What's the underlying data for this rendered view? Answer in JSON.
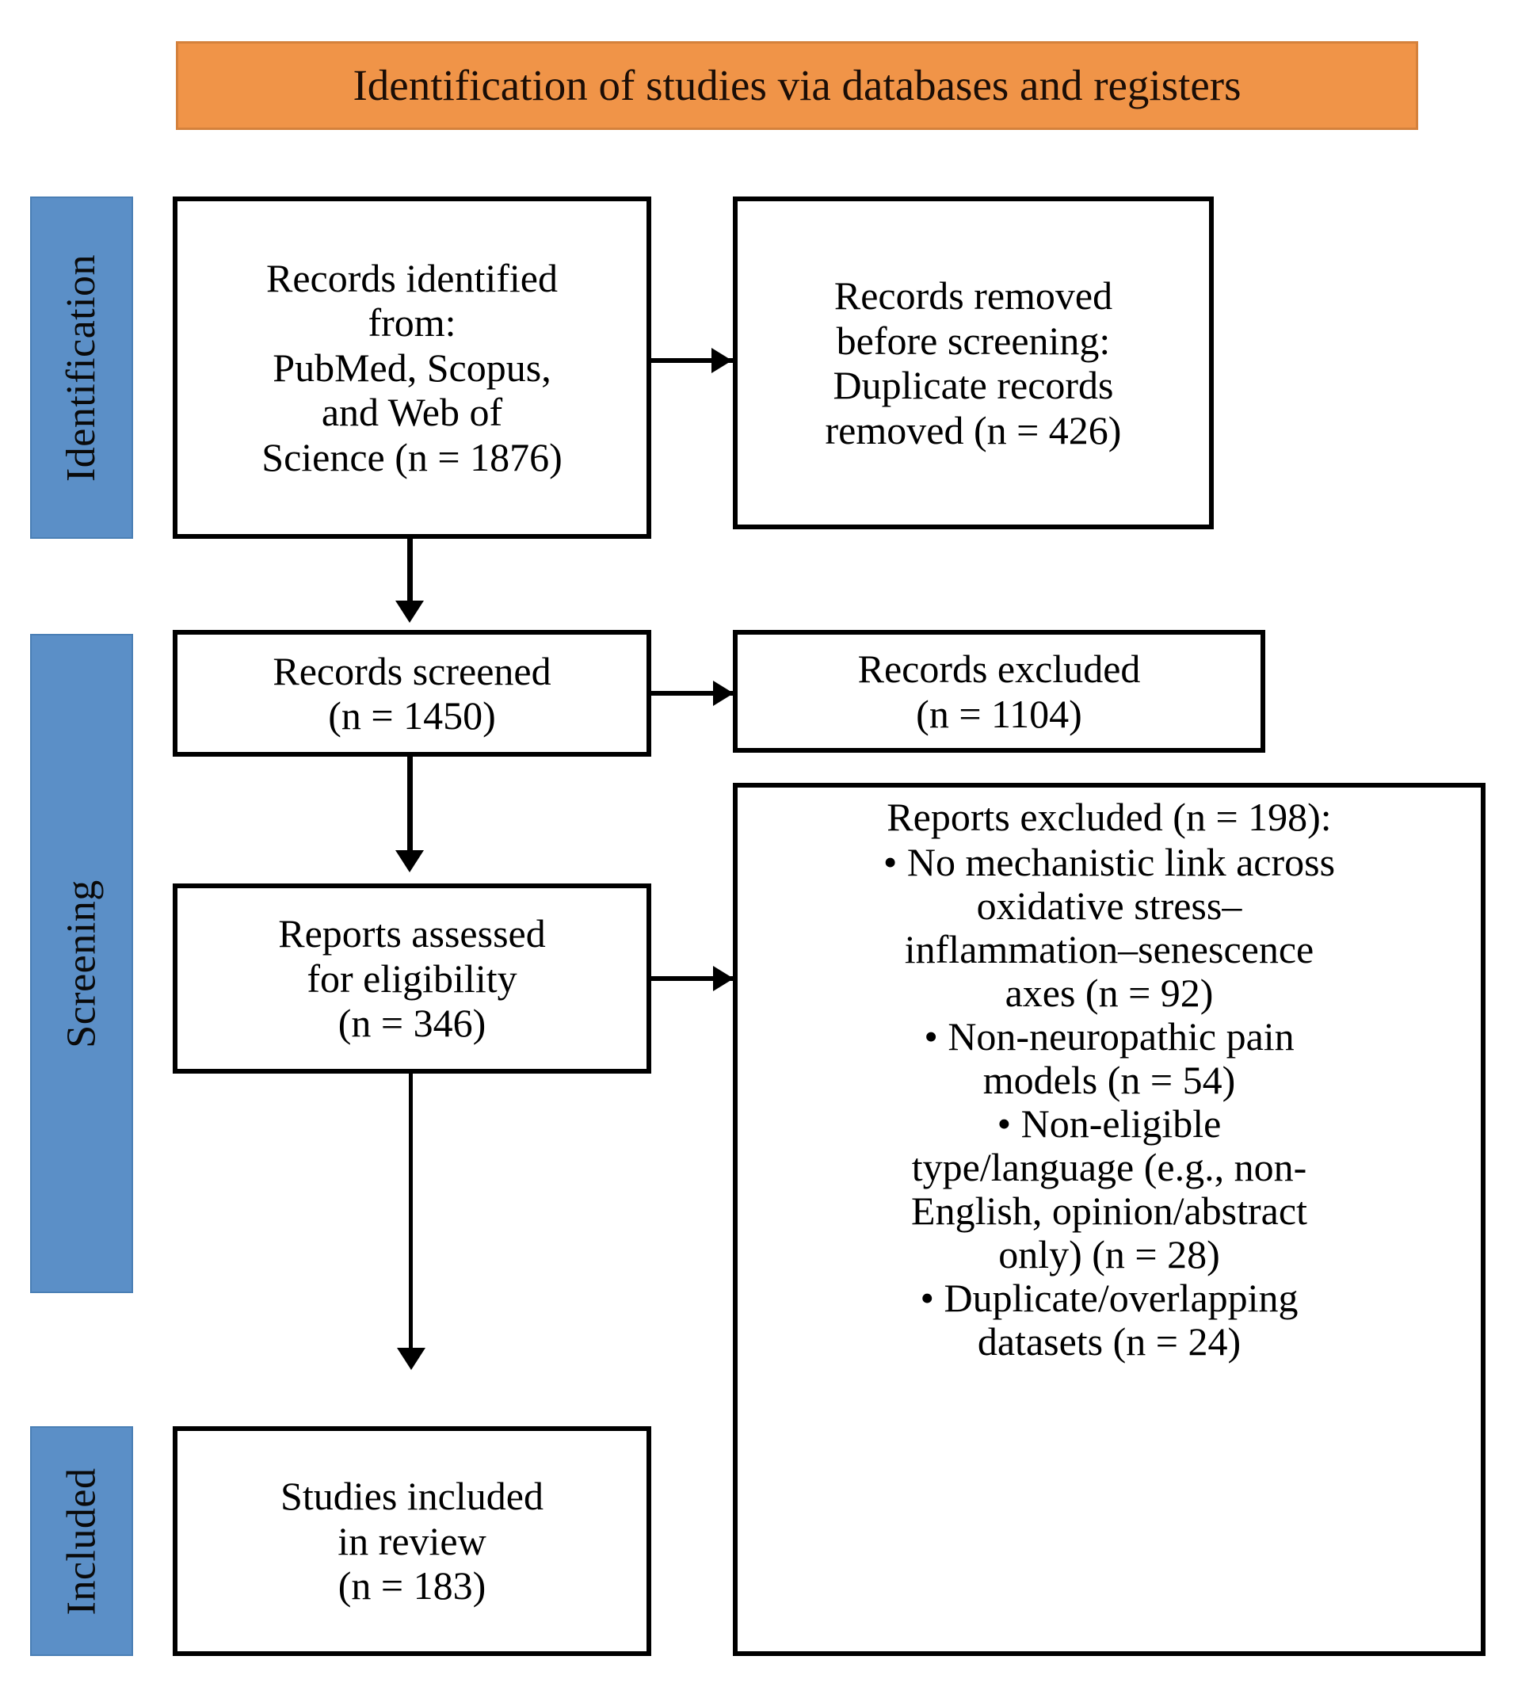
{
  "banner": {
    "title": "Identification of studies via databases and registers",
    "bg_color": "#F09448"
  },
  "rails": {
    "bg_color": "#5B8FC7",
    "items": [
      {
        "label": "Identification"
      },
      {
        "label": "Screening"
      },
      {
        "label": "Included"
      }
    ]
  },
  "boxes": {
    "identified": {
      "lines": [
        "Records identified",
        "from:",
        "PubMed, Scopus,",
        "and Web of",
        "Science (n = 1876)"
      ]
    },
    "removed": {
      "lines": [
        "Records removed",
        "before screening:",
        "Duplicate records",
        "removed  (n = 426)"
      ]
    },
    "screened": {
      "lines": [
        "Records screened",
        "(n = 1450)"
      ]
    },
    "records_excluded": {
      "lines": [
        "Records excluded",
        "(n = 1104)"
      ]
    },
    "assessed": {
      "lines": [
        "Reports assessed",
        "for eligibility",
        "(n = 346)"
      ]
    },
    "reports_excluded": {
      "lines": [
        "Reports excluded (n = 198):",
        "• No mechanistic link across",
        "oxidative stress–",
        "inflammation–senescence",
        "axes (n = 92)",
        "• Non-neuropathic pain",
        "models  (n = 54)",
        "• Non-eligible",
        "type/language (e.g., non-",
        "English, opinion/abstract",
        "only) (n = 28)",
        "• Duplicate/overlapping",
        "datasets (n = 24)"
      ]
    },
    "included": {
      "lines": [
        "Studies included",
        "in review",
        "(n = 183)"
      ]
    }
  },
  "chart_data": {
    "type": "diagram",
    "title": "Identification of studies via databases and registers",
    "diagram_kind": "prisma-flow",
    "stages": [
      "Identification",
      "Screening",
      "Included"
    ],
    "nodes": [
      {
        "id": "identified",
        "stage": "Identification",
        "label": "Records identified from: PubMed, Scopus, and Web of Science",
        "n": 1876
      },
      {
        "id": "removed",
        "stage": "Identification",
        "label": "Records removed before screening: Duplicate records removed",
        "n": 426
      },
      {
        "id": "screened",
        "stage": "Screening",
        "label": "Records screened",
        "n": 1450
      },
      {
        "id": "records_excluded",
        "stage": "Screening",
        "label": "Records excluded",
        "n": 1104
      },
      {
        "id": "assessed",
        "stage": "Screening",
        "label": "Reports assessed for eligibility",
        "n": 346
      },
      {
        "id": "reports_excluded",
        "stage": "Screening",
        "label": "Reports excluded",
        "n": 198,
        "reasons": [
          {
            "label": "No mechanistic link across oxidative stress–inflammation–senescence axes",
            "n": 92
          },
          {
            "label": "Non-neuropathic pain models",
            "n": 54
          },
          {
            "label": "Non-eligible type/language (e.g., non-English, opinion/abstract only)",
            "n": 28
          },
          {
            "label": "Duplicate/overlapping datasets",
            "n": 24
          }
        ]
      },
      {
        "id": "included",
        "stage": "Included",
        "label": "Studies included in review",
        "n": 183
      }
    ],
    "edges": [
      {
        "from": "identified",
        "to": "removed",
        "direction": "right"
      },
      {
        "from": "identified",
        "to": "screened",
        "direction": "down"
      },
      {
        "from": "screened",
        "to": "records_excluded",
        "direction": "right"
      },
      {
        "from": "screened",
        "to": "assessed",
        "direction": "down"
      },
      {
        "from": "assessed",
        "to": "reports_excluded",
        "direction": "right"
      },
      {
        "from": "assessed",
        "to": "included",
        "direction": "down"
      }
    ]
  }
}
